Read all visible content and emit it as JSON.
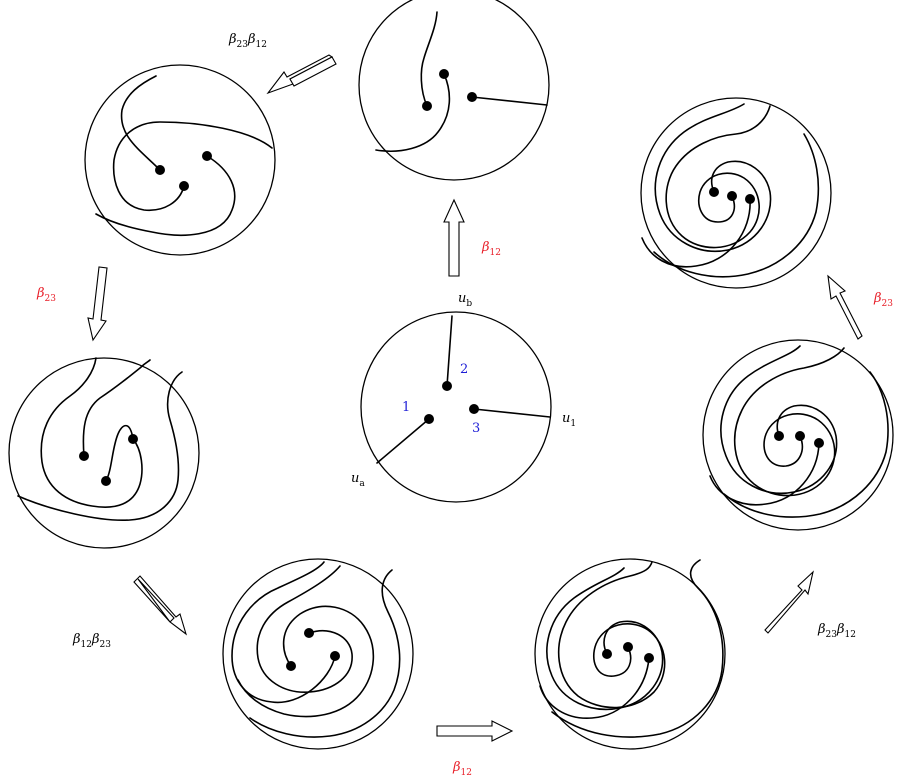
{
  "colors": {
    "red": "#e8202a",
    "blue": "#1f1fd6",
    "black": "#000000"
  },
  "labels": {
    "b23b12_top": {
      "base1": "β",
      "sub1": "23",
      "base2": "β",
      "sub2": "12"
    },
    "b12_top": {
      "base": "β",
      "sub": "12"
    },
    "b23_left": {
      "base": "β",
      "sub": "23"
    },
    "b23_right": {
      "base": "β",
      "sub": "23"
    },
    "b12b23_left": {
      "base1": "β",
      "sub1": "12",
      "base2": "β",
      "sub2": "23"
    },
    "b12_bottom": {
      "base": "β",
      "sub": "12"
    },
    "b23b12_right": {
      "base1": "β",
      "sub1": "23",
      "base2": "β",
      "sub2": "12"
    },
    "ub": {
      "base": "u",
      "sub": "b"
    },
    "ua": {
      "base": "u",
      "sub": "a"
    },
    "u1": {
      "base": "u",
      "sub": "1"
    },
    "n1": "1",
    "n2": "2",
    "n3": "3"
  }
}
